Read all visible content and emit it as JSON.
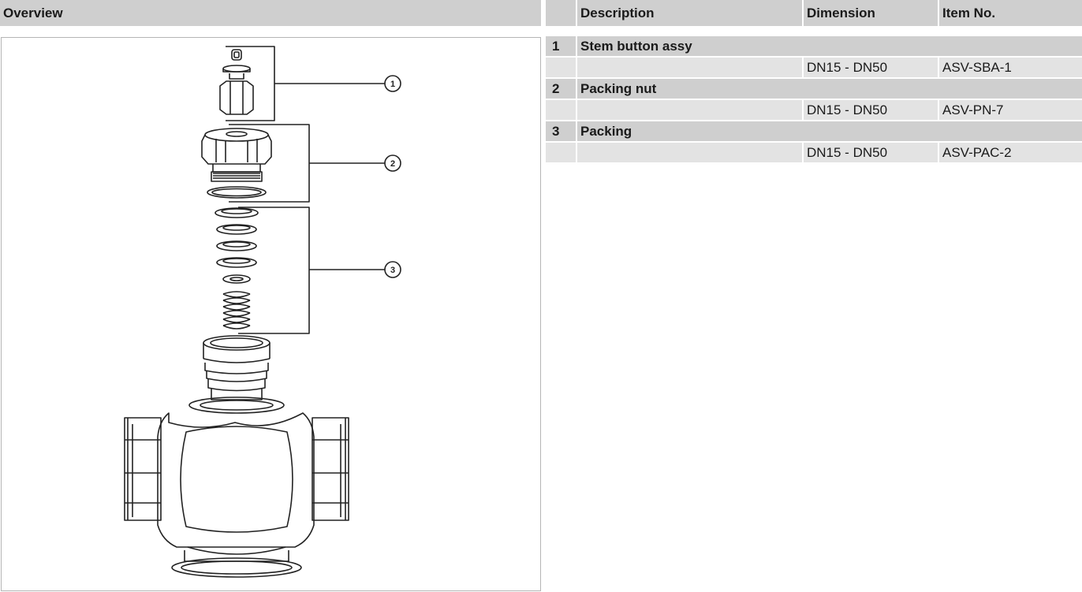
{
  "overview": {
    "title": "Overview"
  },
  "table": {
    "headers": {
      "number": "",
      "description": "Description",
      "dimension": "Dimension",
      "item_no": "Item No."
    },
    "groups": [
      {
        "number": "1",
        "description": "Stem button assy",
        "dimension": "DN15 - DN50",
        "item_no": "ASV-SBA-1"
      },
      {
        "number": "2",
        "description": "Packing nut",
        "dimension": "DN15 - DN50",
        "item_no": "ASV-PN-7"
      },
      {
        "number": "3",
        "description": "Packing",
        "dimension": "DN15 - DN50",
        "item_no": "ASV-PAC-2"
      }
    ]
  },
  "callouts": [
    "1",
    "2",
    "3"
  ]
}
